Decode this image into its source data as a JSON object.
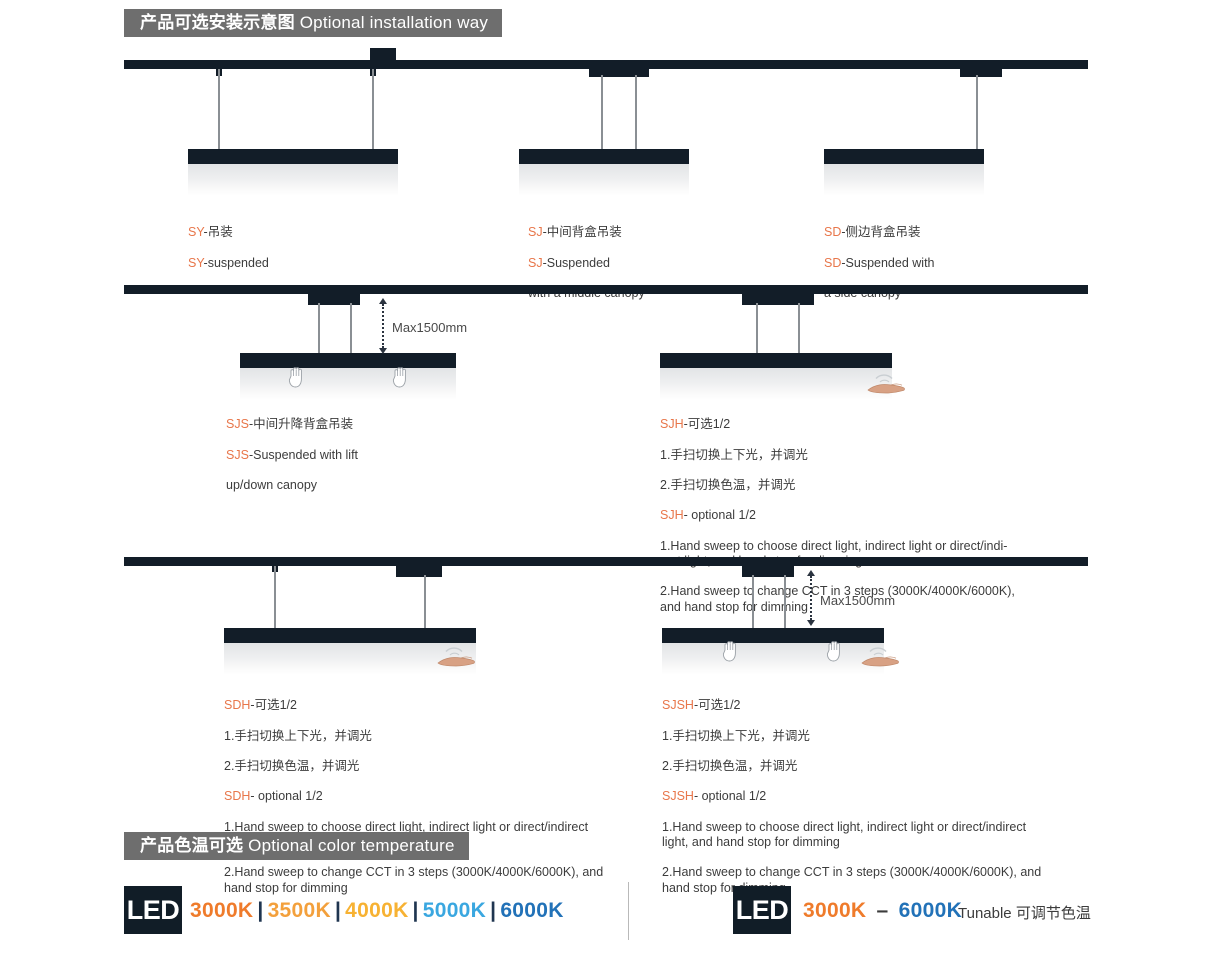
{
  "sections": {
    "installation": {
      "cn": "产品可选安装示意图",
      "en": "Optional installation way"
    },
    "cct": {
      "cn": "产品色温可选",
      "en": "Optional color temperature"
    }
  },
  "diagrams": {
    "sy": {
      "code": "SY",
      "cn": "-吊装",
      "en_code": "SY",
      "en": "-suspended",
      "en2": ""
    },
    "sj": {
      "code": "SJ",
      "cn": "-中间背盒吊装",
      "en_code": "SJ",
      "en": "-Suspended",
      "en2": "with a middle canopy"
    },
    "sd": {
      "code": "SD",
      "cn": "-侧边背盒吊装",
      "en_code": "SD",
      "en": "-Suspended with",
      "en2": "a side canopy"
    },
    "sjs": {
      "code": "SJS",
      "cn": "-中间升降背盒吊装",
      "en_code": "SJS",
      "en": "-Suspended with lift",
      "en2": "up/down canopy"
    },
    "dimension": "Max1500mm"
  },
  "gesture_blocks": {
    "sjh": {
      "code": "SJH",
      "cn_title": "-可选1/2",
      "cn_1": "1.手扫切换上下光，并调光",
      "cn_2": "2.手扫切换色温，并调光",
      "en_title": "- optional 1/2",
      "en_1": "1.Hand sweep to choose direct light, indirect light or direct/indi-\nrect light, and hand stop for dimming",
      "en_2": "2.Hand sweep to change CCT in 3 steps (3000K/4000K/6000K),\nand hand stop for dimming"
    },
    "sdh": {
      "code": "SDH",
      "cn_title": "-可选1/2",
      "cn_1": "1.手扫切换上下光，并调光",
      "cn_2": "2.手扫切换色温，并调光",
      "en_title": "- optional 1/2",
      "en_1": "1.Hand sweep to choose direct light, indirect light or direct/indirect\nlight, and hand stop for dimming",
      "en_2": "2.Hand sweep to change CCT in 3 steps (3000K/4000K/6000K), and\nhand stop for dimming"
    },
    "sjsh": {
      "code": "SJSH",
      "cn_title": "-可选1/2",
      "cn_1": "1.手扫切换上下光，并调光",
      "cn_2": "2.手扫切换色温，并调光",
      "en_title": "- optional 1/2",
      "en_1": "1.Hand sweep to choose direct light, indirect light or direct/indirect\nlight, and hand stop for dimming",
      "en_2": "2.Hand sweep to change CCT in 3 steps (3000K/4000K/6000K), and\nhand stop for dimming"
    }
  },
  "cct": {
    "badge_label": "LED",
    "fixed_steps": [
      {
        "value": "3000K",
        "color": "#ef7b2b"
      },
      {
        "value": "3500K",
        "color": "#f3a03c"
      },
      {
        "value": "4000K",
        "color": "#f7b233"
      },
      {
        "value": "5000K",
        "color": "#3aa7e0"
      },
      {
        "value": "6000K",
        "color": "#2272b8"
      }
    ],
    "separator": "|",
    "tunable": {
      "from": {
        "value": "3000K",
        "color": "#ef7b2b"
      },
      "dash": "–",
      "to": {
        "value": "6000K",
        "color": "#2272b8"
      },
      "label": "Tunable 可调节色温"
    }
  }
}
